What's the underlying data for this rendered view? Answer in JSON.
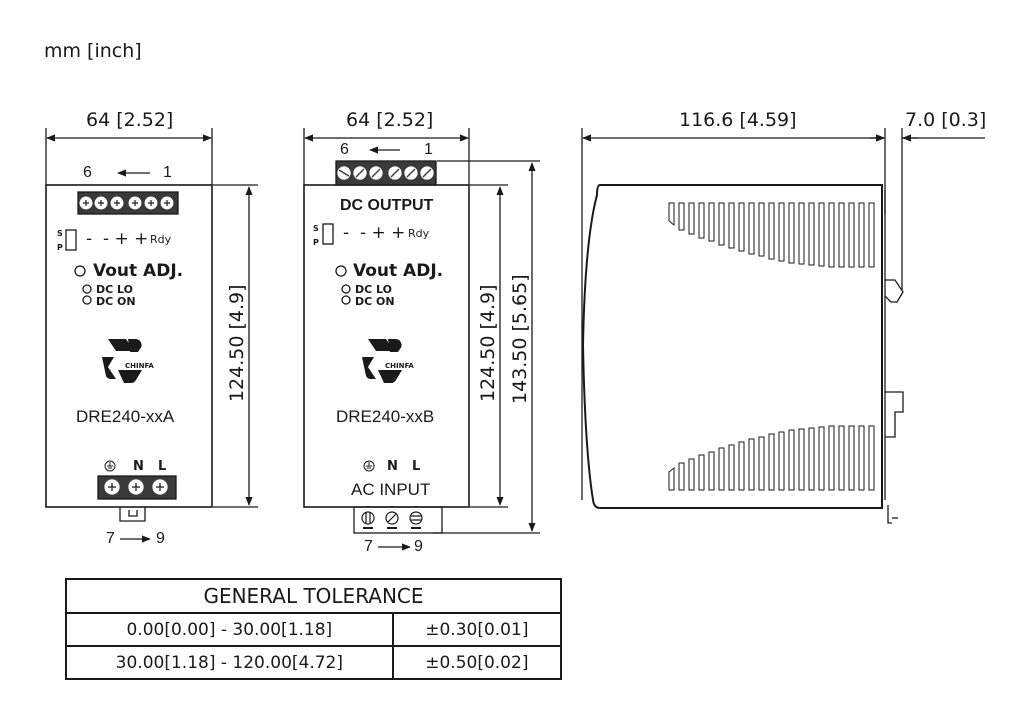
{
  "units_label": "mm [inch]",
  "views": {
    "front_a": {
      "width_dim": "64 [2.52]",
      "height_dim": "124.50 [4.9]",
      "dc_pin_range": {
        "left": "6",
        "right": "1",
        "arrow": "←"
      },
      "switch_labels": {
        "s": "S",
        "p": "P"
      },
      "dc_terminal_polarity": "-  - + +",
      "ready_label": "Rdy",
      "vout_adj_label": "Vout ADJ.",
      "led_dc_lo": "DC LO",
      "led_dc_on": "DC ON",
      "logo_text": "CHINFA",
      "model": "DRE240-xxA",
      "ac_labels": {
        "earth": "⏚",
        "n": "N",
        "l": "L"
      },
      "ac_pin_range": {
        "left": "7",
        "right": "9",
        "arrow": "→"
      }
    },
    "front_b": {
      "width_dim": "64 [2.52]",
      "height_dim": "124.50 [4.9]",
      "overall_height_dim": "143.50 [5.65]",
      "dc_pin_range": {
        "left": "6",
        "right": "1",
        "arrow": "←"
      },
      "dc_output_label": "DC OUTPUT",
      "switch_labels": {
        "s": "S",
        "p": "P"
      },
      "dc_terminal_polarity": "-  - + +",
      "ready_label": "Rdy",
      "vout_adj_label": "Vout ADJ.",
      "led_dc_lo": "DC LO",
      "led_dc_on": "DC ON",
      "logo_text": "CHINFA",
      "model": "DRE240-xxB",
      "ac_labels": {
        "earth": "⏚",
        "n": "N",
        "l": "L"
      },
      "ac_input_label": "AC INPUT",
      "ac_pin_range": {
        "left": "7",
        "right": "9",
        "arrow": "→"
      }
    },
    "side": {
      "depth_dim": "116.6 [4.59]",
      "rail_dim": "7.0 [0.3]"
    }
  },
  "tolerance_table": {
    "title": "GENERAL TOLERANCE",
    "rows": [
      {
        "range": "0.00[0.00] - 30.00[1.18]",
        "tolerance": "±0.30[0.01]"
      },
      {
        "range": "30.00[1.18] - 120.00[4.72]",
        "tolerance": "±0.50[0.02]"
      }
    ]
  },
  "colors": {
    "line": "#1a1a1a",
    "background": "#ffffff",
    "terminal_fill": "#3a3a3a"
  }
}
